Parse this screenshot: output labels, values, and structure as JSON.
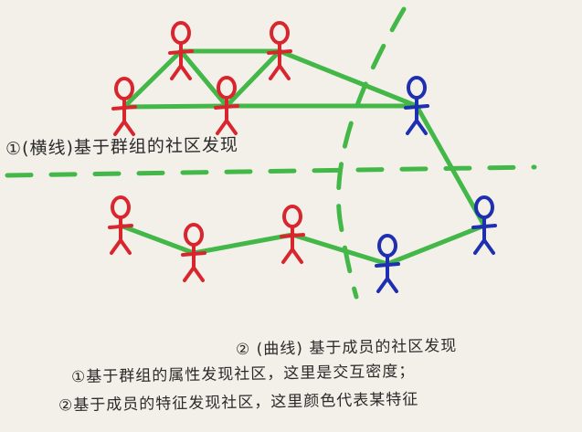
{
  "labels": {
    "top_method": "①(横线)基于群组的社区发现",
    "bottom_method": "② (曲线) 基于成员的社区发现",
    "note_1": "①基于群组的属性发现社区，这里是交互密度；",
    "note_2": "②基于成员的特征发现社区，这里颜色代表某特征"
  },
  "colors": {
    "red": "#d9262e",
    "blue": "#1e2fb0",
    "green": "#43b848",
    "paper": "#f3f0ea",
    "ink": "#2a2a2a"
  },
  "figures": [
    {
      "id": "r1",
      "color": "red"
    },
    {
      "id": "r2",
      "color": "red"
    },
    {
      "id": "r3",
      "color": "red"
    },
    {
      "id": "r4",
      "color": "red"
    },
    {
      "id": "b1",
      "color": "blue"
    },
    {
      "id": "r5",
      "color": "red"
    },
    {
      "id": "r6",
      "color": "red"
    },
    {
      "id": "r7",
      "color": "red"
    },
    {
      "id": "b2",
      "color": "blue"
    },
    {
      "id": "b3",
      "color": "blue"
    }
  ],
  "edges": [
    [
      "r1",
      "r2"
    ],
    [
      "r2",
      "r3"
    ],
    [
      "r1",
      "r4"
    ],
    [
      "r2",
      "r4"
    ],
    [
      "r3",
      "r4"
    ],
    [
      "r3",
      "b1"
    ],
    [
      "r4",
      "b1"
    ],
    [
      "b1",
      "b3"
    ],
    [
      "r5",
      "r6"
    ],
    [
      "r6",
      "r7"
    ],
    [
      "r7",
      "b2"
    ],
    [
      "b2",
      "b3"
    ]
  ]
}
